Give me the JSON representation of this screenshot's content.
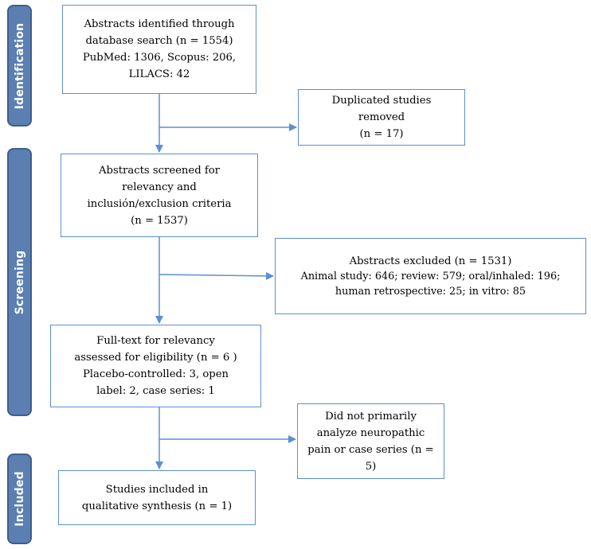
{
  "stages": {
    "identification": "Identification",
    "screening": "Screening",
    "included": "Included"
  },
  "boxes": {
    "identified": {
      "lines": [
        "Abstracts identified through",
        "database search (n = 1554)",
        "PubMed: 1306, Scopus: 206,",
        "LILACS: 42"
      ]
    },
    "duplicates": {
      "lines": [
        "Duplicated studies",
        "removed",
        "(n = 17)"
      ]
    },
    "screened": {
      "lines": [
        "Abstracts screened for",
        "relevancy and",
        "inclusión/exclusion criteria",
        "(n = 1537)"
      ]
    },
    "excluded": {
      "lines": [
        "Abstracts excluded (n = 1531)",
        "Animal study: 646; review: 579; oral/inhaled: 196;",
        "human retrospective: 25; in vitro: 85"
      ]
    },
    "fulltext": {
      "lines": [
        "Full-text for relevancy",
        "assessed for eligibility  (n = 6 )",
        "Placebo-controlled: 3, open",
        "label: 2, case series: 1"
      ]
    },
    "not_neuropathic": {
      "lines": [
        "Did not primarily",
        "analyze neuropathic",
        "pain or case series (n =",
        "5)"
      ]
    },
    "included": {
      "lines": [
        "Studies included in",
        "qualitative synthesis (n = 1)"
      ]
    }
  },
  "colors": {
    "stage_fill": "#5b7fb0",
    "box_border": "#5b8fd6",
    "arrow": "#5b8fd6"
  }
}
